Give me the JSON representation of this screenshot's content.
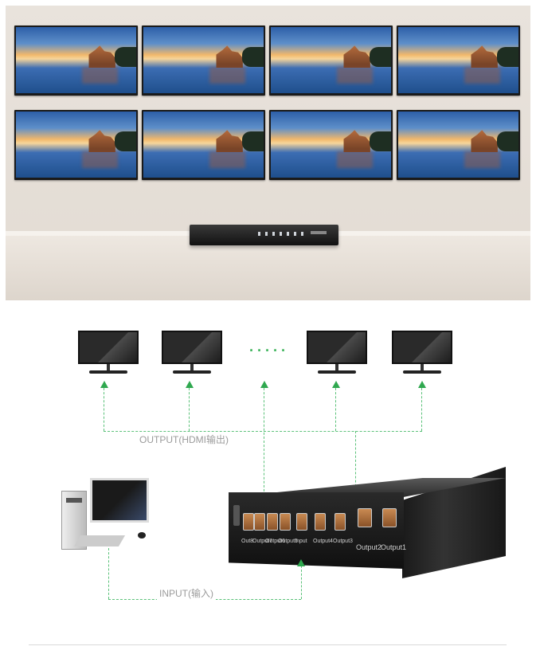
{
  "diagram": {
    "output_label": "OUTPUT(HDMI输出)",
    "input_label": "INPUT(输入)",
    "ellipsis": "·····",
    "ports": [
      "Out8",
      "Output7",
      "Output6",
      "Output5",
      "Input",
      "Output4",
      "Output3",
      "Output2",
      "Output1"
    ]
  },
  "colors": {
    "connector": "#5cc27a",
    "arrow": "#2fa84f"
  }
}
